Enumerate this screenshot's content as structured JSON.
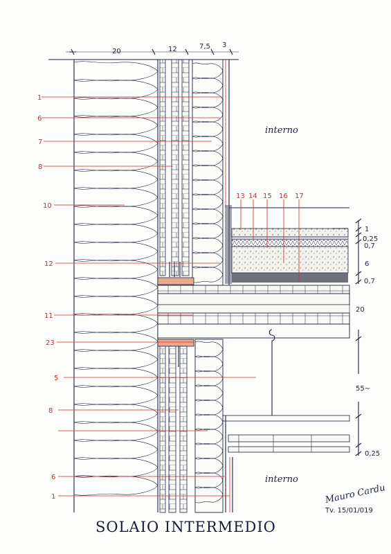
{
  "title": "SOLAIO INTERMEDIO",
  "dimensions_top": [
    "20",
    "12",
    "7,5",
    "3"
  ],
  "dimensions_right": [
    "1",
    "0,25",
    "0,7",
    "6",
    "0,7",
    "20",
    "55~",
    "0,25"
  ],
  "callouts_left": [
    "1",
    "6",
    "7",
    "8",
    "10",
    "12",
    "11",
    "23",
    "5",
    "8",
    "6",
    "1"
  ],
  "callouts_top": [
    "13",
    "14",
    "15",
    "16",
    "17"
  ],
  "labels": {
    "interno_top": "interno",
    "interno_bottom": "interno"
  },
  "signature": "Mauro Cardu",
  "date": "Tv. 15/01/019",
  "colors": {
    "ink": "#1a2240",
    "callout": "#d8262a",
    "wood": "#e9a98e",
    "screed": "#e9e5df"
  }
}
